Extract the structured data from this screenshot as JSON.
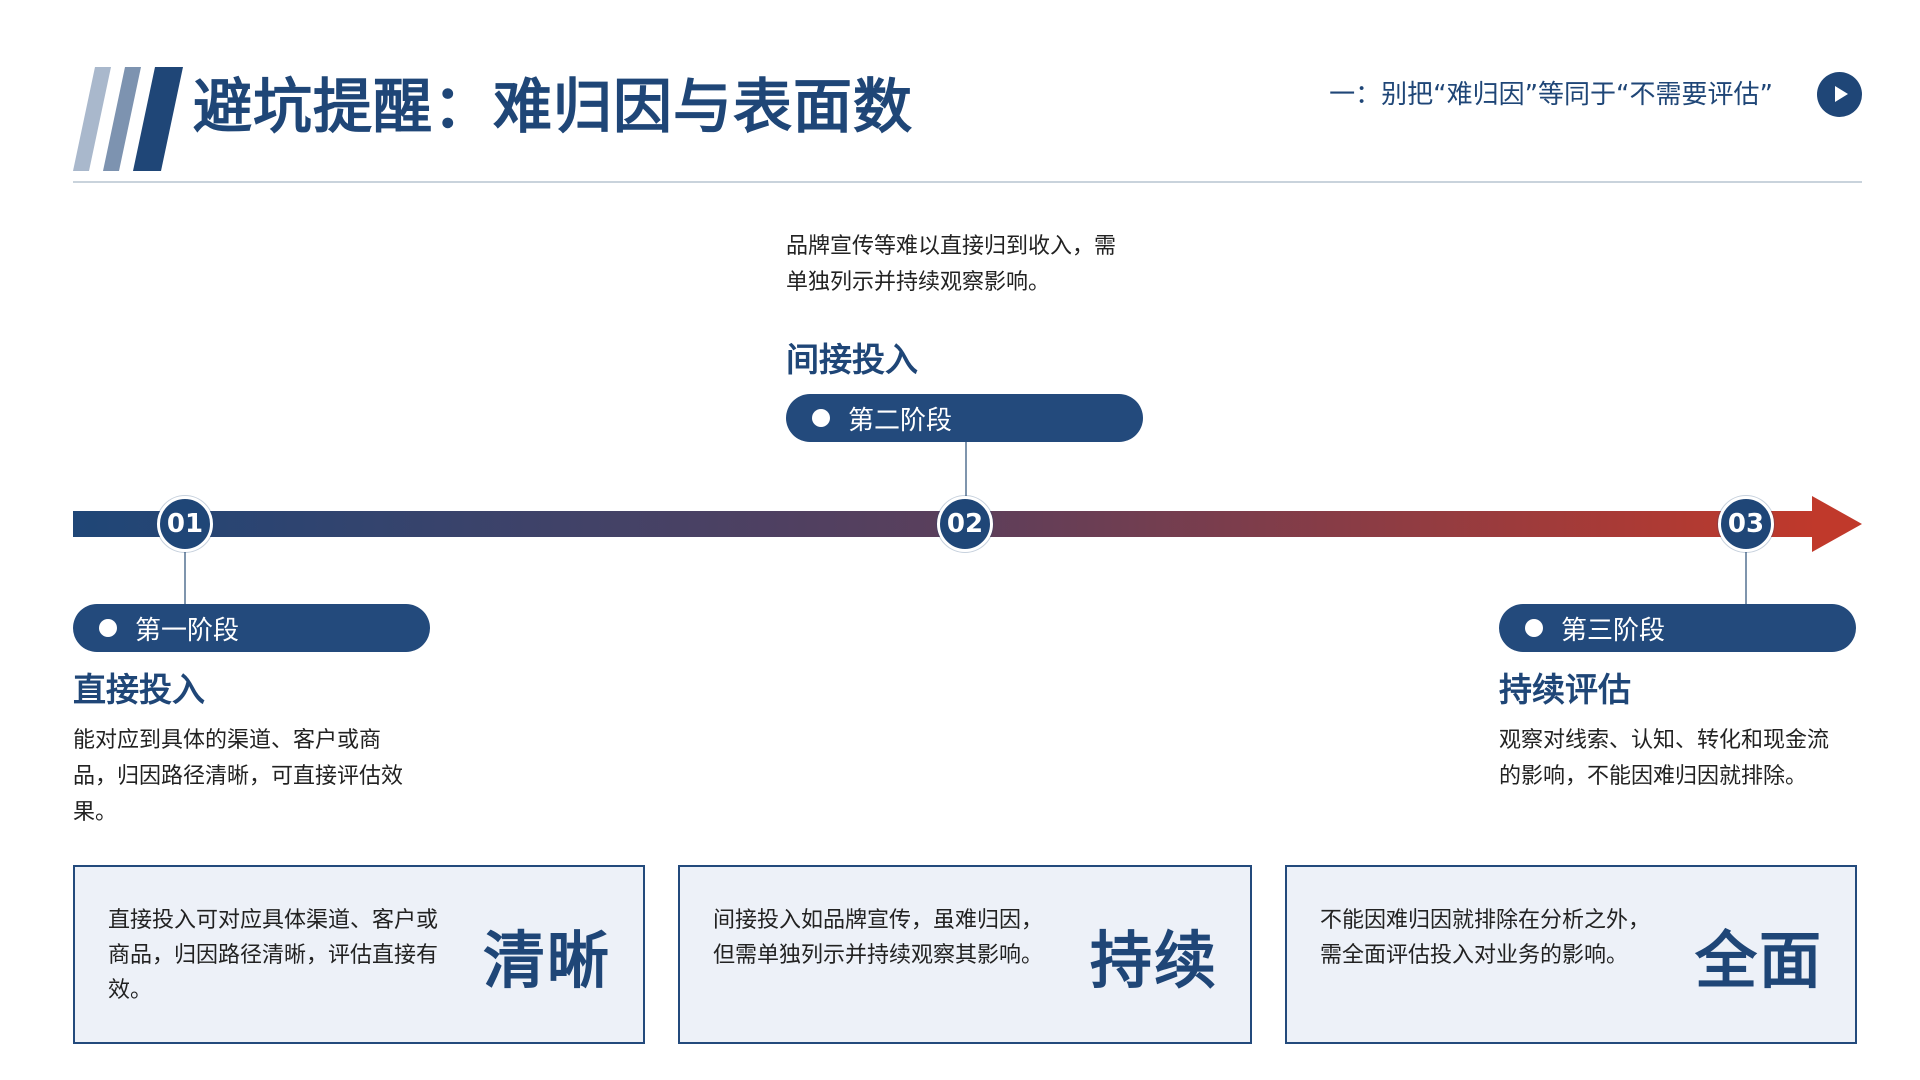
{
  "header": {
    "title": "避坑提醒：难归因与表面数",
    "subtitle": "一：别把“难归因”等同于“不需要评估”",
    "play_icon": "play-icon"
  },
  "colors": {
    "primary": "#1f4677",
    "accent_red": "#c0392b",
    "card_bg": "#edf1f8"
  },
  "timeline": {
    "nodes": [
      "01",
      "02",
      "03"
    ]
  },
  "stages": [
    {
      "pill": "第一阶段",
      "title": "直接投入",
      "desc": "能对应到具体的渠道、客户或商品，归因路径清晰，可直接评估效果。"
    },
    {
      "pill": "第二阶段",
      "title": "间接投入",
      "desc": "品牌宣传等难以直接归到收入，需单独列示并持续观察影响。"
    },
    {
      "pill": "第三阶段",
      "title": "持续评估",
      "desc": "观察对线索、认知、转化和现金流的影响，不能因难归因就排除。"
    }
  ],
  "cards": [
    {
      "text": "直接投入可对应具体渠道、客户或商品，归因路径清晰，评估直接有效。",
      "keyword": "清晰"
    },
    {
      "text": "间接投入如品牌宣传，虽难归因，但需单独列示并持续观察其影响。",
      "keyword": "持续"
    },
    {
      "text": "不能因难归因就排除在分析之外，需全面评估投入对业务的影响。",
      "keyword": "全面"
    }
  ]
}
